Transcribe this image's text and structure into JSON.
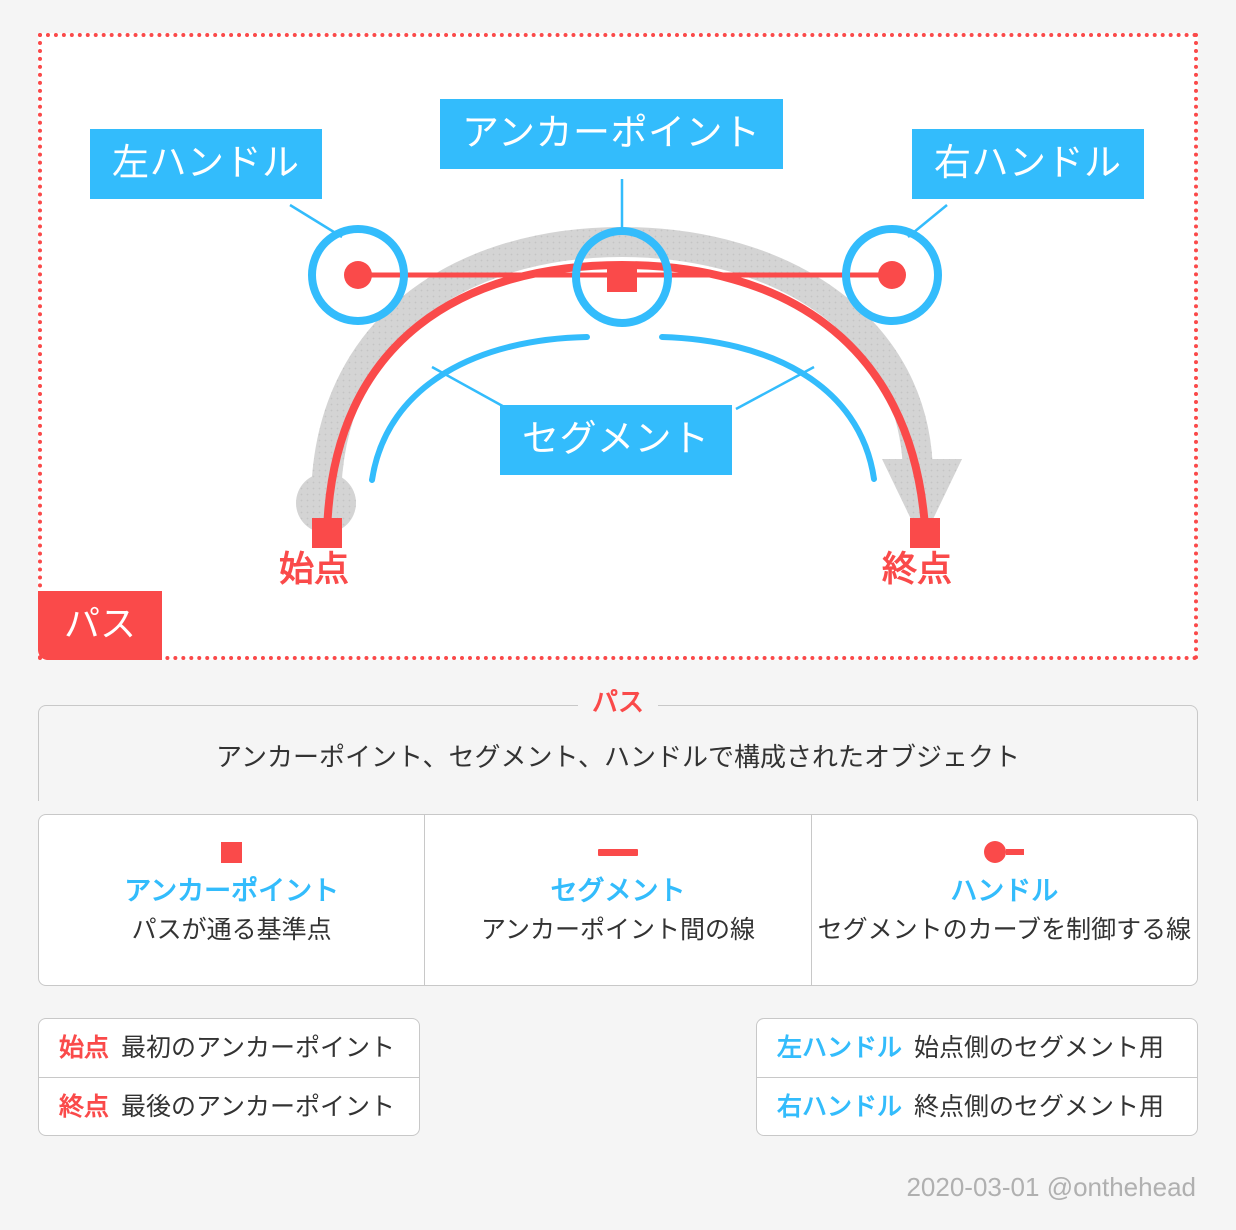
{
  "colors": {
    "background": "#f5f5f5",
    "panel": "#ffffff",
    "red": "#fa4a4a",
    "blue": "#33bcfc",
    "gray_shadow": "#d2d2d2",
    "border": "#c8c8c8",
    "text": "#333333",
    "muted": "#b0b0b0"
  },
  "diagram": {
    "path_badge": "パス",
    "callouts": {
      "left_handle": "左ハンドル",
      "anchor_point": "アンカーポイント",
      "right_handle": "右ハンドル",
      "segment": "セグメント"
    },
    "endpoints": {
      "start": "始点",
      "end": "終点"
    }
  },
  "path_fieldset": {
    "legend": "パス",
    "description": "アンカーポイント、セグメント、ハンドルで構成されたオブジェクト"
  },
  "concepts": [
    {
      "icon": "anchor-square-icon",
      "title": "アンカーポイント",
      "description": "パスが通る基準点"
    },
    {
      "icon": "segment-dash-icon",
      "title": "セグメント",
      "description": "アンカーポイント間の線"
    },
    {
      "icon": "handle-dot-stem-icon",
      "title": "ハンドル",
      "description": "セグメントのカーブを制御する線"
    }
  ],
  "sub_tables": {
    "anchor": [
      {
        "term": "始点",
        "definition": "最初のアンカーポイント"
      },
      {
        "term": "終点",
        "definition": "最後のアンカーポイント"
      }
    ],
    "handle": [
      {
        "term": "左ハンドル",
        "definition": "始点側のセグメント用"
      },
      {
        "term": "右ハンドル",
        "definition": "終点側のセグメント用"
      }
    ]
  },
  "footer": {
    "credit": "2020-03-01 @onthehead"
  }
}
